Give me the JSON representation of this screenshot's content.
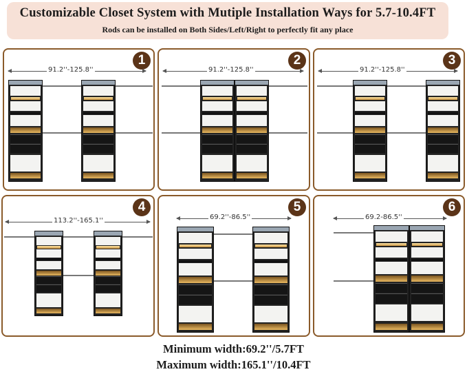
{
  "title": "Customizable Closet System with Mutiple Installation Ways for 5.7-10.4FT",
  "subtitle": "Rods can be installed on Both Sides/Left/Right to perfectly fit any place",
  "panels": [
    {
      "number": "1",
      "dimension": "91.2''-125.8''"
    },
    {
      "number": "2",
      "dimension": "91.2''-125.8''"
    },
    {
      "number": "3",
      "dimension": "91.2''-125.8''"
    },
    {
      "number": "4",
      "dimension": "113.2''-165.1''"
    },
    {
      "number": "5",
      "dimension": "69.2''-86.5''"
    },
    {
      "number": "6",
      "dimension": "69.2-86.5''"
    }
  ],
  "footer": {
    "min_width": "Minimum width:69.2''/5.7FT",
    "max_width": "Maximum width:165.1''/10.4FT"
  }
}
